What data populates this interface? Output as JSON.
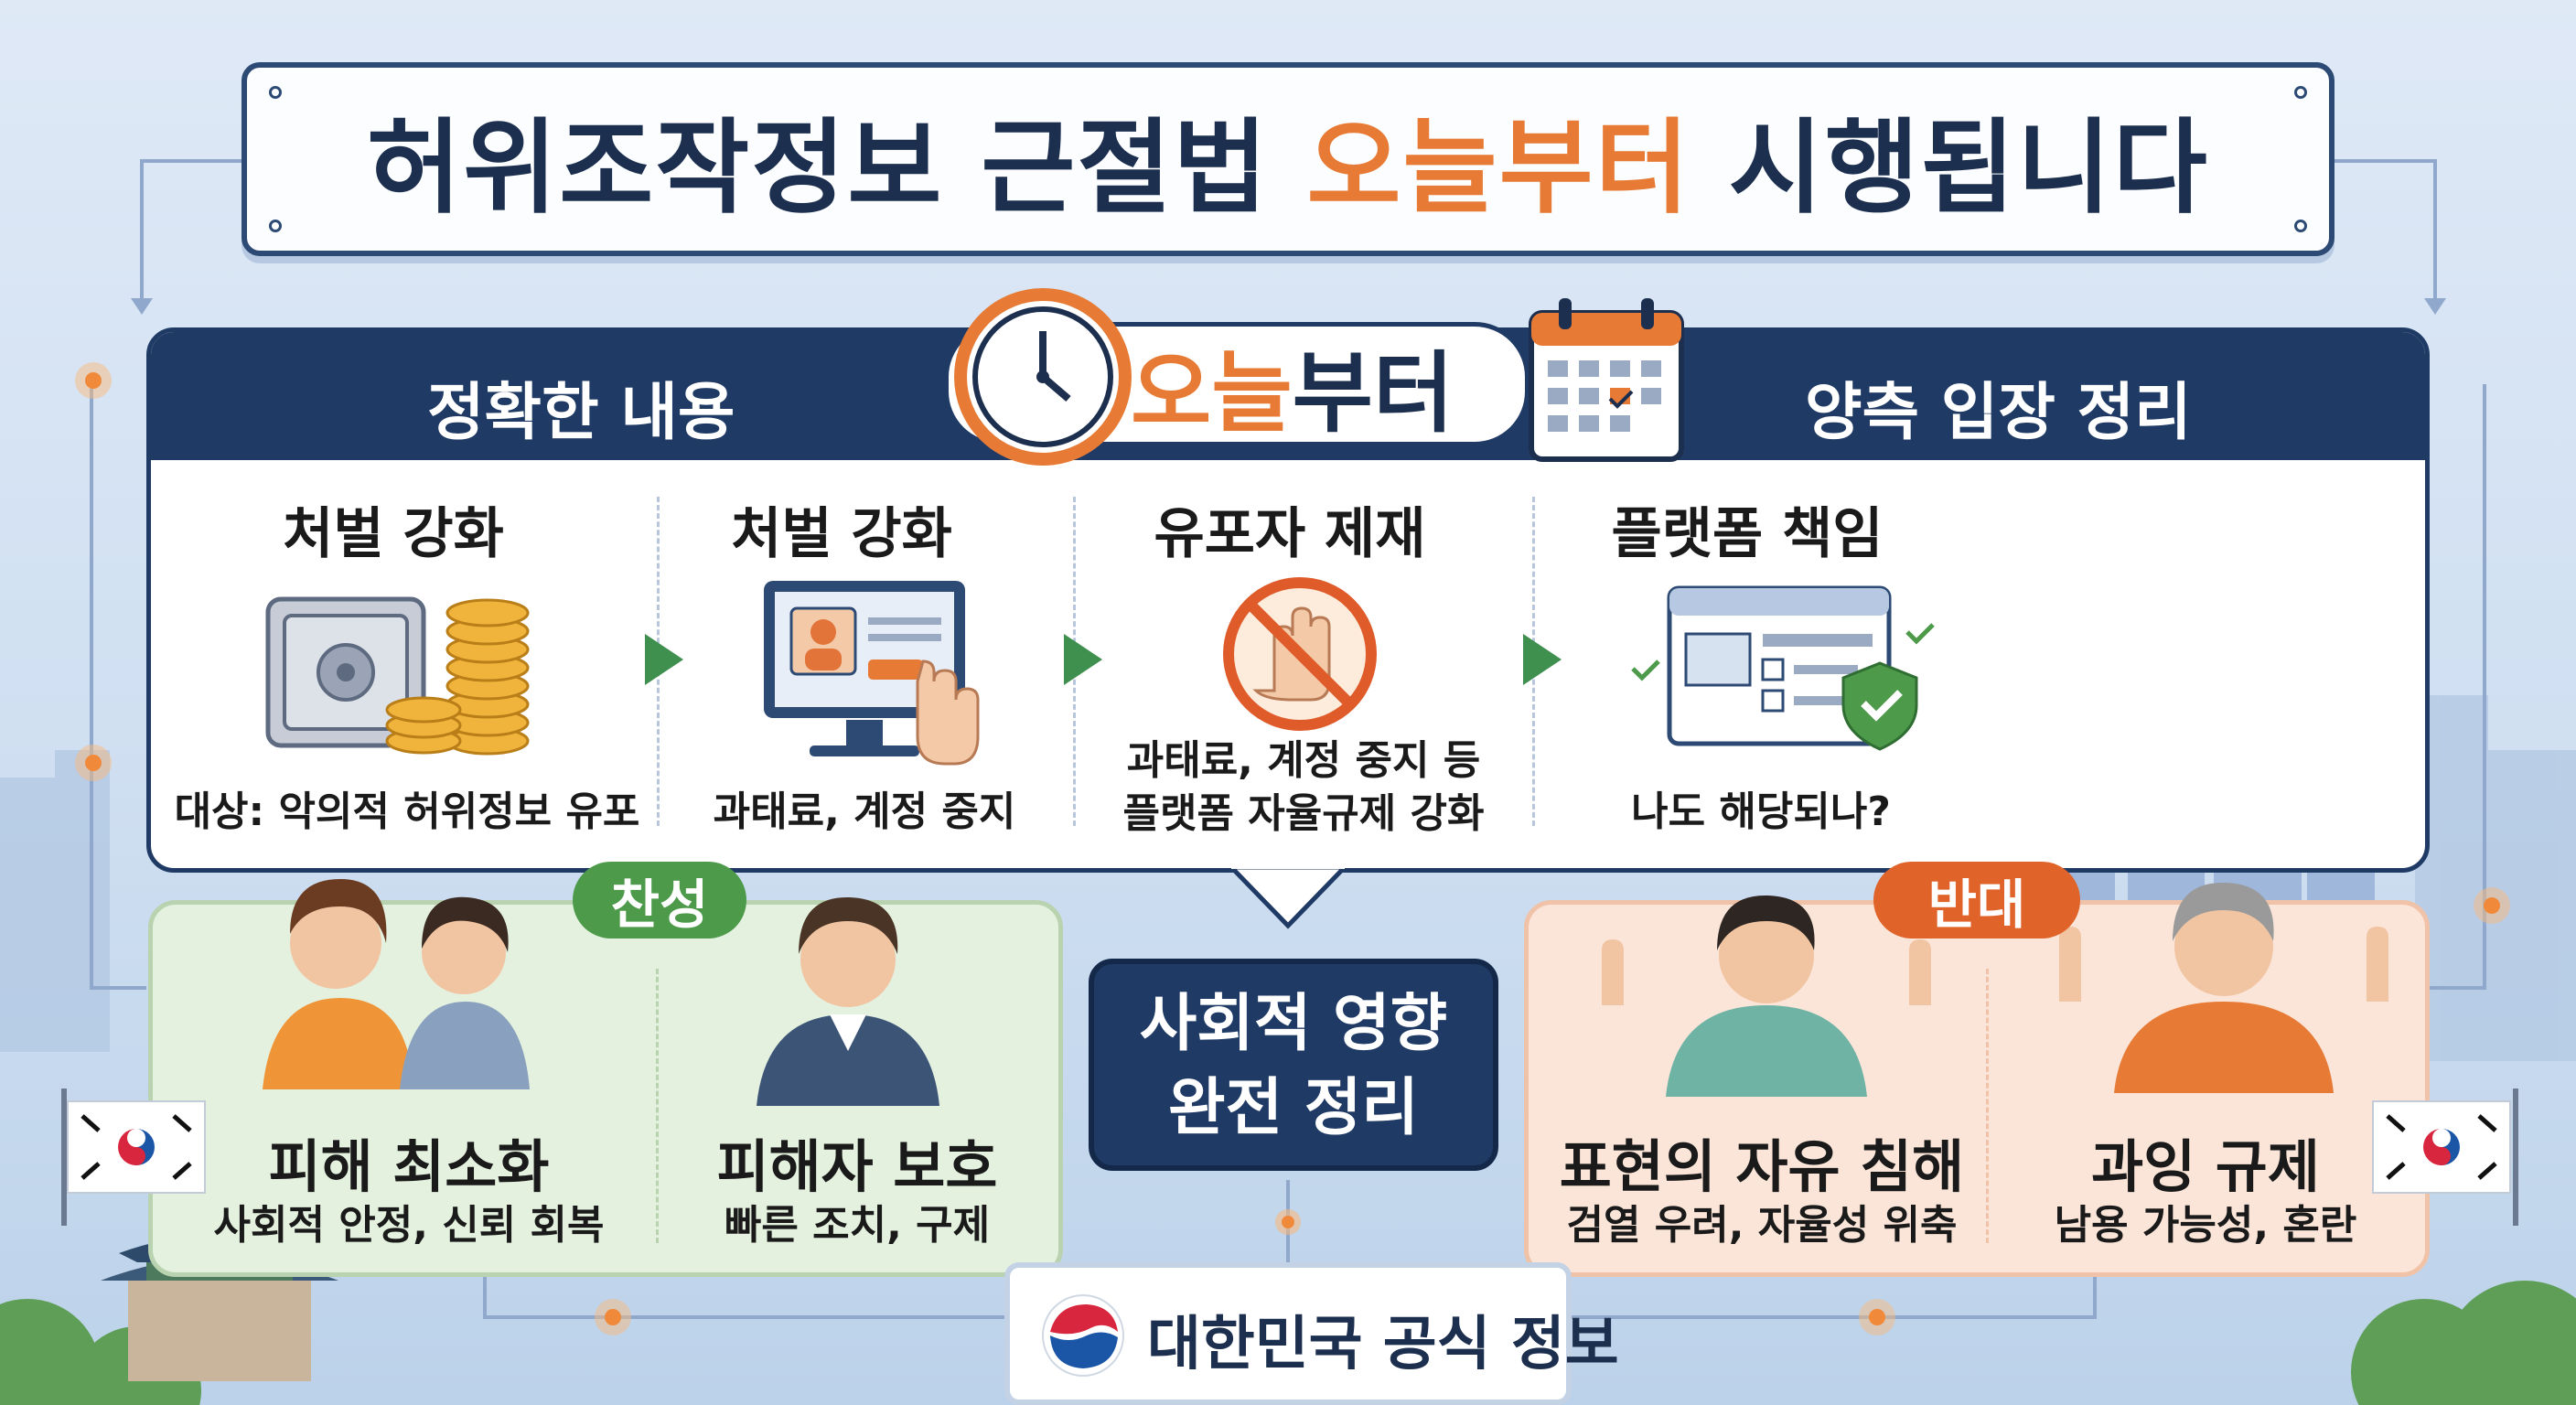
{
  "title": {
    "part1": "허위조작정보 근절법 ",
    "highlight": "오늘부터",
    "part2": " 시행됩니다"
  },
  "header": {
    "left": "정확한 내용",
    "right": "양측 입장 정리"
  },
  "today": {
    "first": "오늘",
    "rest": "부터"
  },
  "steps": [
    {
      "title": "처벌 강화",
      "desc": "대상: 악의적 허위정보 유포"
    },
    {
      "title": "처벌 강화",
      "desc": "과태료, 계정 중지"
    },
    {
      "title": "유포자 제재",
      "desc": "과태료, 계정 중지 등\n플랫폼 자율규제 강화"
    },
    {
      "title": "플랫폼 책임",
      "desc": "나도 해당되나?"
    }
  ],
  "pro": {
    "label": "찬성",
    "items": [
      {
        "title": "피해 최소화",
        "desc": "사회적 안정, 신뢰 회복"
      },
      {
        "title": "피해자 보호",
        "desc": "빠른 조치, 구제"
      }
    ]
  },
  "con": {
    "label": "반대",
    "items": [
      {
        "title": "표현의 자유 침해",
        "desc": "검열 우려, 자율성 위축"
      },
      {
        "title": "과잉 규제",
        "desc": "남용 가능성, 혼란"
      }
    ]
  },
  "center": {
    "line1": "사회적 영향",
    "line2": "완전 정리"
  },
  "footer": {
    "label": "대한민국 공식 정보"
  },
  "colors": {
    "navy": "#1f3a64",
    "orange": "#e77b35",
    "green": "#4d9a4a",
    "red": "#e0632a"
  },
  "icons": [
    "clock-icon",
    "calendar-icon",
    "safe-coins-icon",
    "computer-click-icon",
    "no-hand-icon",
    "browser-check-icon",
    "korean-flag-icon",
    "government-emblem-icon"
  ]
}
